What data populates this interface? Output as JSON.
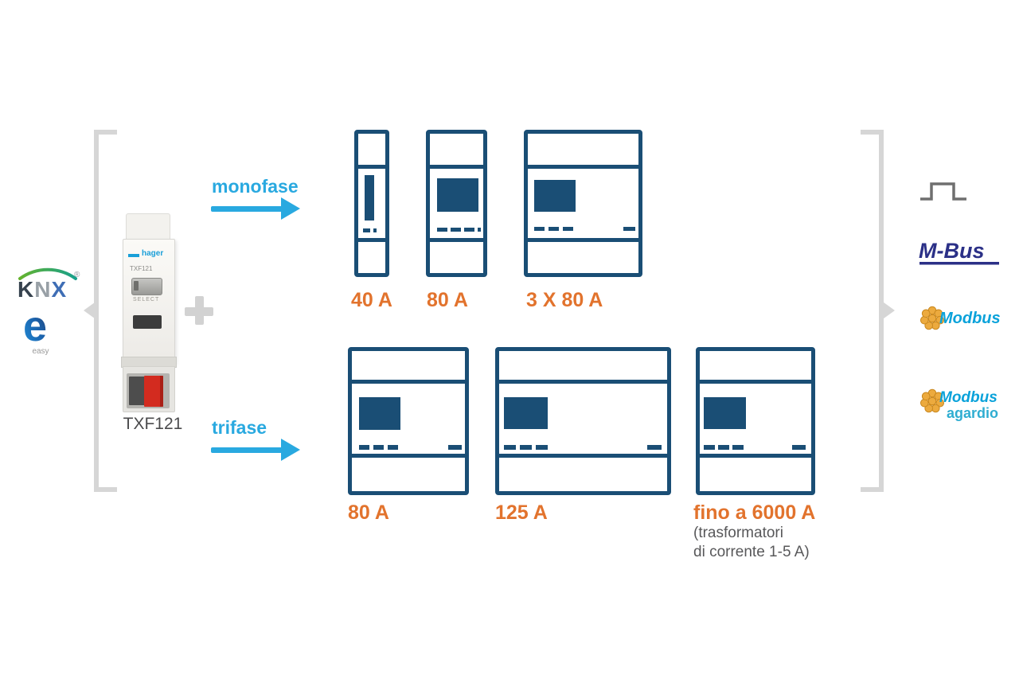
{
  "knx": {
    "k": "K",
    "n": "N",
    "x": "X",
    "reg": "®"
  },
  "easy": {
    "e": "e",
    "caption": "easy"
  },
  "device": {
    "brand": "hager",
    "model": "TXF121",
    "select": "SELECT",
    "caption": "TXF121"
  },
  "rows": {
    "monofase": {
      "label": "monofase",
      "meters": [
        {
          "label": "40 A"
        },
        {
          "label": "80 A"
        },
        {
          "label": "3 X 80 A"
        }
      ]
    },
    "trifase": {
      "label": "trifase",
      "meters": [
        {
          "label": "80 A"
        },
        {
          "label": "125 A"
        },
        {
          "label": "fino a 6000 A",
          "note1": "(trasformatori",
          "note2": "di corrente 1-5 A)"
        }
      ]
    }
  },
  "protocols": {
    "mbus": "M-Bus",
    "modbus": "Modbus",
    "agardio_modbus": "Modbus",
    "agardio": "agardio"
  },
  "icons": {
    "pulse": "pulse-output-icon",
    "plus": "plus-icon",
    "gear": "modbus-gear-icon",
    "bracket_left": "bracket-arrow-left",
    "bracket_right": "bracket-arrow-right"
  },
  "colors": {
    "meter_blue": "#1a4e75",
    "label_orange": "#e2732d",
    "arrow_cyan": "#29a9e0",
    "bracket_gray": "#d6d6d6",
    "note_gray": "#58585a",
    "mbus_navy": "#2b3087",
    "modbus_cyan": "#0aa2da",
    "agardio_teal": "#2fadd1",
    "gear_orange": "#ecaa3e",
    "hager_blue": "#1a9fd8"
  }
}
